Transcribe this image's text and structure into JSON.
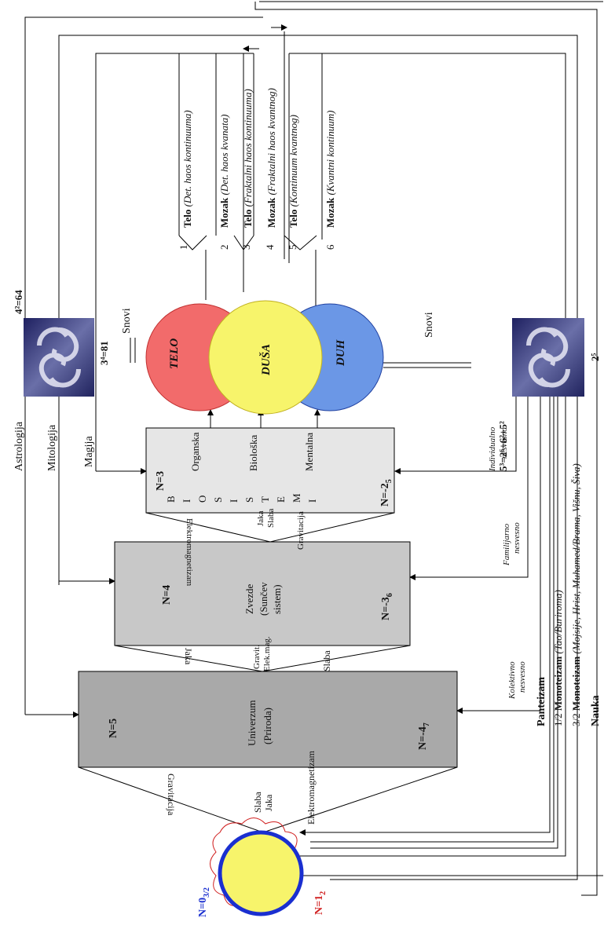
{
  "labels": {
    "astrologija": "Astrologija",
    "mitologija": "Mitologija",
    "magija": "Magija",
    "snovi_top": "Snovi",
    "snovi_bottom": "Snovi",
    "eq_top_a": "4²=64",
    "eq_top_b": "3⁴=81",
    "eq_bottom_a": "5³=2⁶+6²+5²",
    "eq_bottom_b": "2⁵",
    "individualno": [
      "Individualno",
      "nesvesno"
    ],
    "familijarno": [
      "Familijarno",
      "nesvesno"
    ],
    "kolektivno": [
      "Kolektivno",
      "nesvesno"
    ],
    "panteizam": "Panteizam",
    "mono1_prefix": "1/2",
    "mono1_bold": "Monoteizam",
    "mono1_italic": "(Tao/Buriroma)",
    "mono2_prefix": "3/2",
    "mono2_bold": "Monoteizam",
    "mono2_italic": "(Mojsije, Hrist, Muhamed/Brama, Višnu, Šiva)",
    "nauka": "Nauka",
    "n_zero": "N=0",
    "n_zero_sub": "3/2",
    "n_one": "N=1",
    "n_one_sub": "2"
  },
  "venn": {
    "telo": "TELO",
    "dusa": "DUŠA",
    "duh": "DUH",
    "colors": {
      "telo": "#f26b6b",
      "dusa": "#f7f46b",
      "duh": "#6b97e6"
    }
  },
  "brain_items": [
    {
      "num": "1",
      "bold": "Telo",
      "italic": "(Det. haos kontinuuma)"
    },
    {
      "num": "2",
      "bold": "Mozak",
      "italic": "(Det. haos kvanata)"
    },
    {
      "num": "3",
      "bold": "Telo",
      "italic": "(Fraktalni haos kontinuuma)"
    },
    {
      "num": "4",
      "bold": "Mozak",
      "italic": "(Fraktalni haos kvantnog)"
    },
    {
      "num": "5",
      "bold": "Telo",
      "italic": "(Kontinuum kvantnog)"
    },
    {
      "num": "6",
      "bold": "Mozak",
      "italic": "(Kvantni kontinuum)"
    }
  ],
  "box_bio": {
    "n_left": "N=3",
    "n_right": "N=-2",
    "n_right_sub": "5",
    "letters": "BIOSISTEMI",
    "organska": "Organska",
    "bioloska": "Biološka",
    "mentalna": "Mentalna"
  },
  "box_zvezde": {
    "n_left": "N=4",
    "n_right": "N=-3",
    "n_right_sub": "6",
    "line1": "Zvezde",
    "line2": "(Sunčev",
    "line3": "sistem)"
  },
  "box_univerzum": {
    "n_left": "N=5",
    "n_right": "N=-4",
    "n_right_sub": "7",
    "line1": "Univerzum",
    "line2": "(Priroda)"
  },
  "forces_bio": {
    "em": "Elektromagnetizam",
    "jaka": "Jaka",
    "slaba": "Slaba",
    "grav": "Gravitacija"
  },
  "forces_zvezde": {
    "jaka": "Jaka",
    "grav": "Gravit.",
    "elek": "Elek.mag.",
    "slaba": "Slaba"
  },
  "forces_univ": {
    "grav": "Gravitacija",
    "slaba": "Slaba",
    "jaka": "Jaka",
    "em": "Elektromagnetizam"
  }
}
